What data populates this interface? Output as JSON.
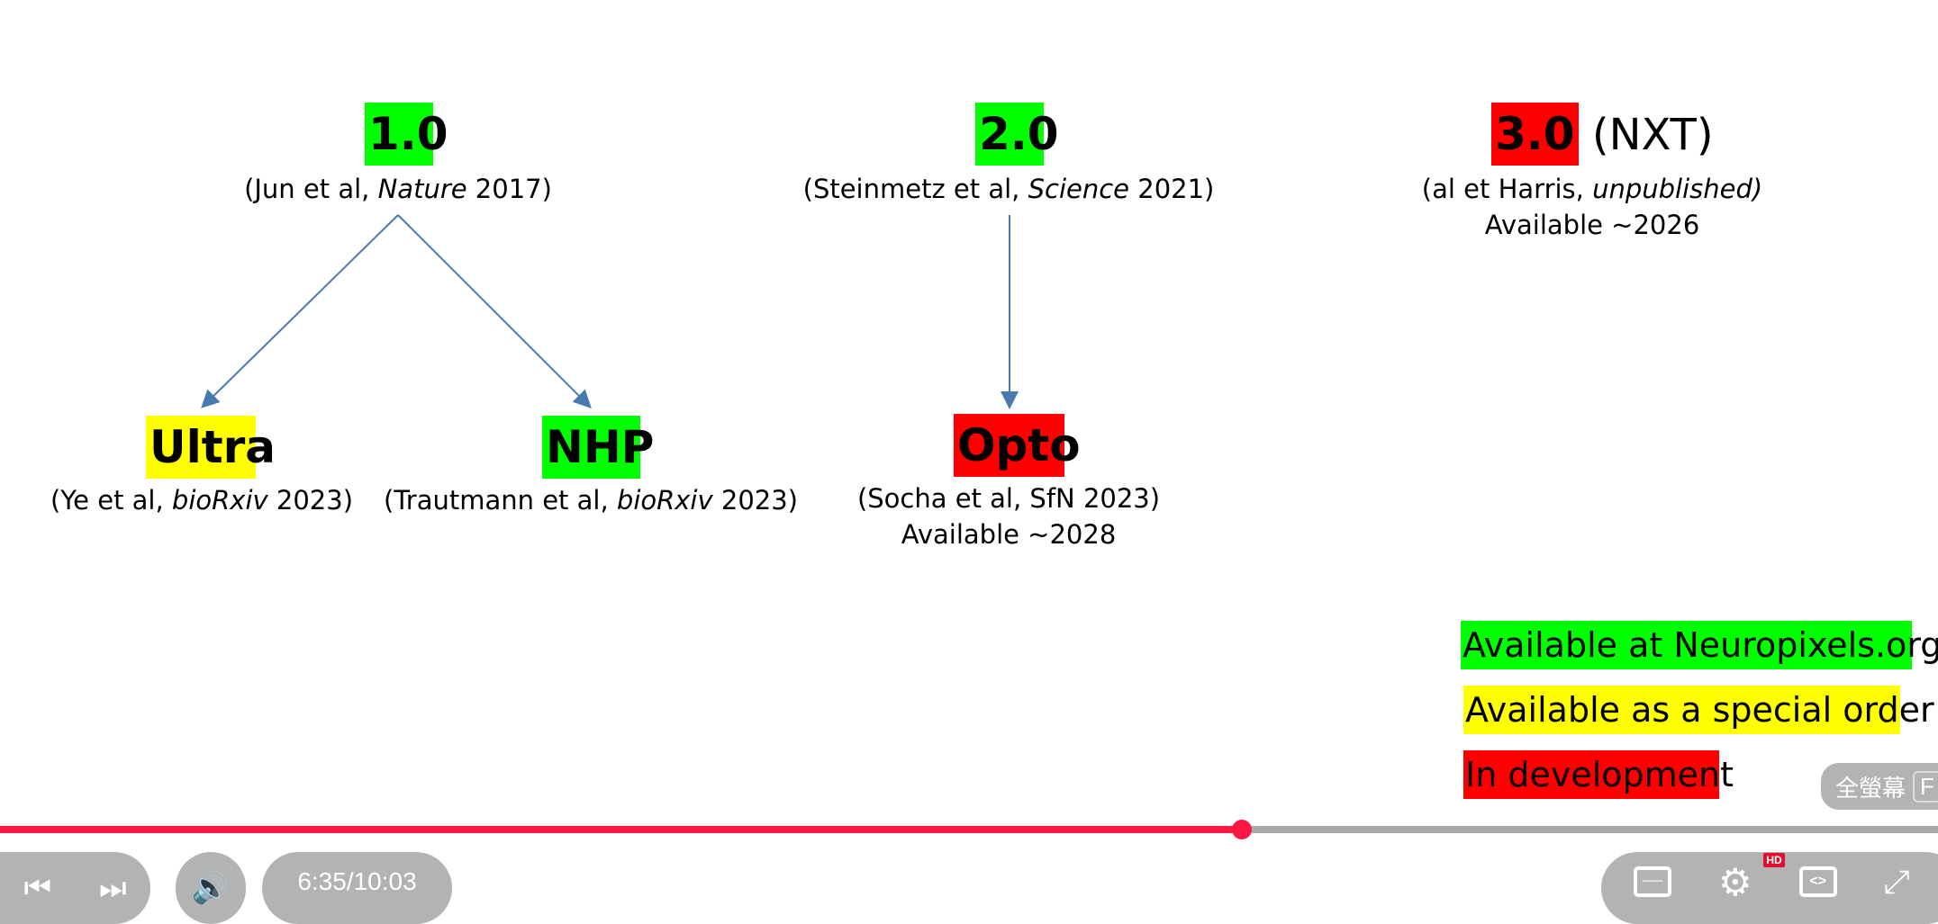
{
  "slide": {
    "v1": {
      "label": "1.0",
      "cite_pre": "(Jun et al, ",
      "cite_journal": "Nature",
      "cite_post": " 2017)"
    },
    "v2": {
      "label": "2.0",
      "cite_pre": "(Steinmetz et al, ",
      "cite_journal": "Science",
      "cite_post": " 2021)"
    },
    "v3": {
      "label": "3.0",
      "suffix": " (NXT)",
      "cite_pre": "(al et Harris, ",
      "cite_journal": "unpublished)",
      "availability": "Available ~2026"
    },
    "ultra": {
      "label": "Ultra",
      "cite_pre": "(Ye et al, ",
      "cite_journal": "bioRxiv",
      "cite_post": " 2023)"
    },
    "nhp": {
      "label": "NHP",
      "cite_pre": "(Trautmann et al, ",
      "cite_journal": "bioRxiv",
      "cite_post": " 2023)"
    },
    "opto": {
      "label": "Opto",
      "cite": "(Socha et al, SfN 2023)",
      "availability": "Available ~2028"
    },
    "legend": [
      "Available at Neuropixels.org",
      "Available as a special order",
      "In development"
    ],
    "colors": {
      "available": "#00ff00",
      "special": "#ffff00",
      "development": "#ff0000"
    }
  },
  "player": {
    "current_time": "6:35",
    "separator": " / ",
    "duration": "10:03",
    "progress_fraction": 0.641,
    "tooltip": "全螢幕",
    "tooltip_key": "F",
    "hd_badge": "HD",
    "accent": "#ff1744"
  }
}
